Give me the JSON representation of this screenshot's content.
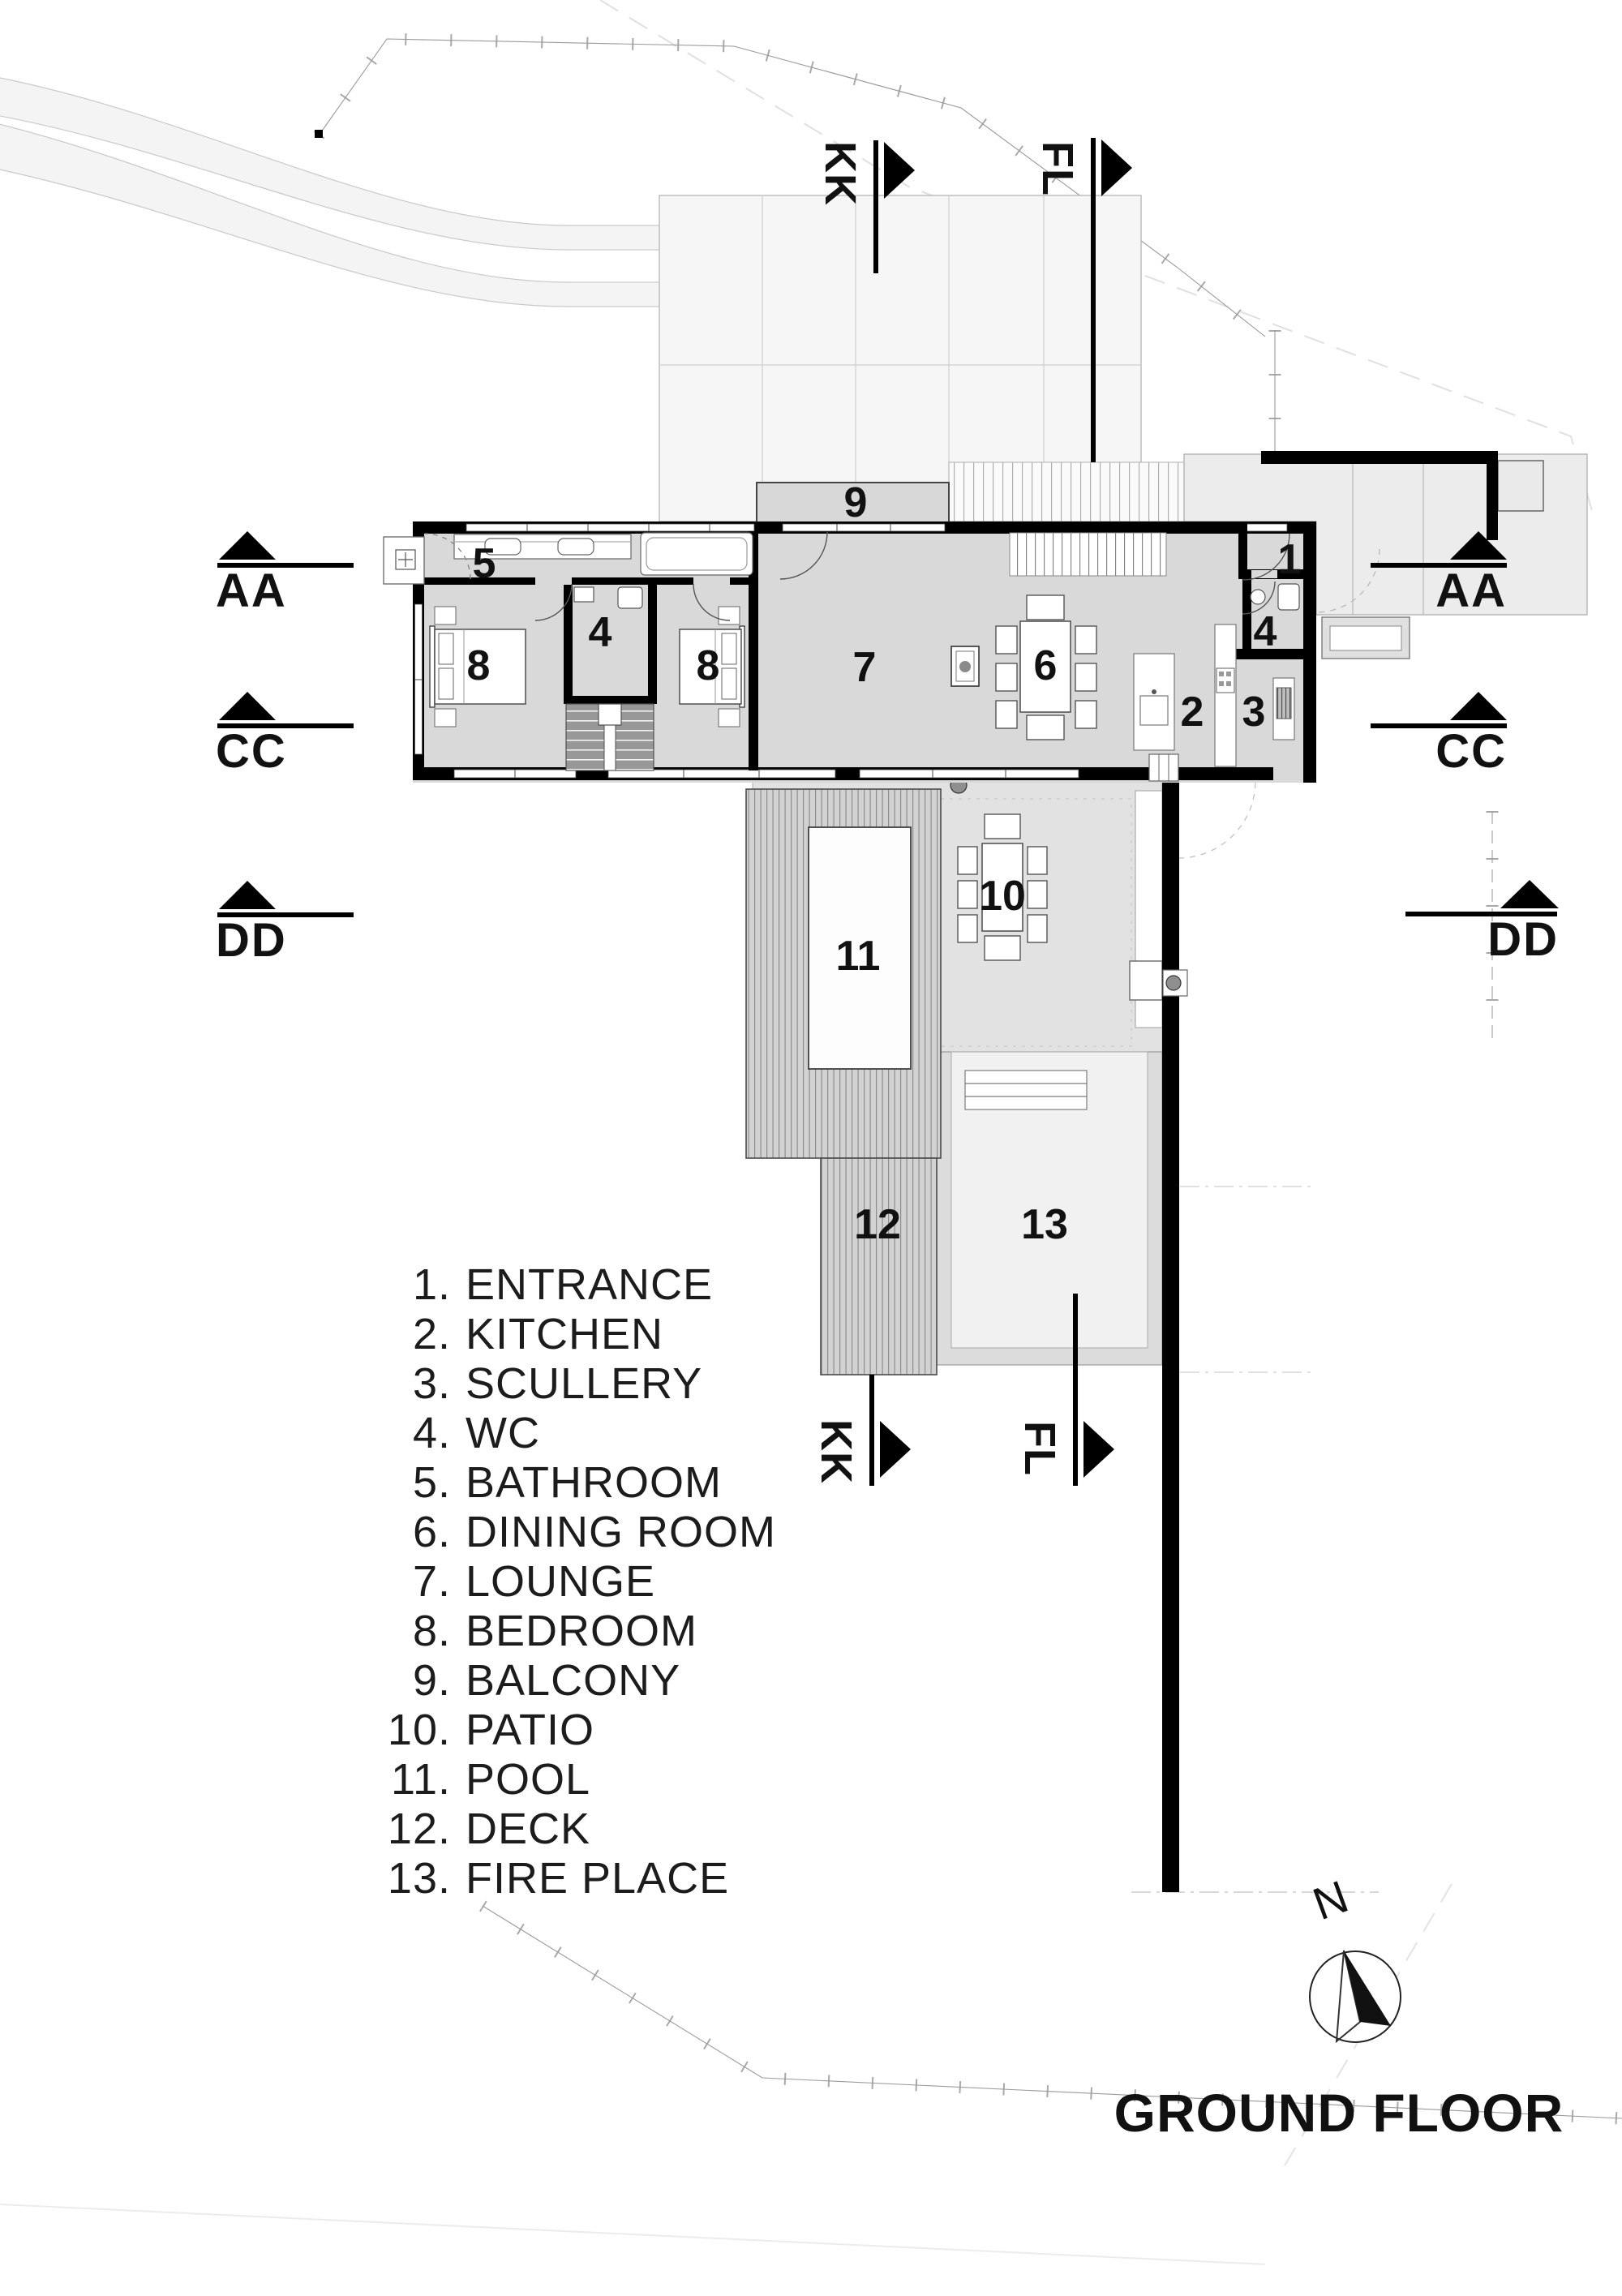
{
  "title": "GROUND FLOOR",
  "north": {
    "label": "N"
  },
  "markers": {
    "aa": "AA",
    "cc": "CC",
    "dd": "DD",
    "kk": "KK",
    "fl": "FL"
  },
  "plan_labels": {
    "entrance": "1",
    "kitchen": "2",
    "scullery": "3",
    "wc_hall": "4",
    "wc_entrance": "4",
    "bathroom": "5",
    "dining_room": "6",
    "lounge": "7",
    "bedroom_west": "8",
    "bedroom_east": "8",
    "balcony": "9",
    "patio": "10",
    "pool": "11",
    "deck": "12",
    "fire_place": "13"
  },
  "legend": {
    "items": [
      {
        "num": "1.",
        "label": "ENTRANCE"
      },
      {
        "num": "2.",
        "label": "KITCHEN"
      },
      {
        "num": "3.",
        "label": "SCULLERY"
      },
      {
        "num": "4.",
        "label": "WC"
      },
      {
        "num": "5.",
        "label": "BATHROOM"
      },
      {
        "num": "6.",
        "label": "DINING ROOM"
      },
      {
        "num": "7.",
        "label": "LOUNGE"
      },
      {
        "num": "8.",
        "label": "BEDROOM"
      },
      {
        "num": "9.",
        "label": "BALCONY"
      },
      {
        "num": "10.",
        "label": "PATIO"
      },
      {
        "num": "11.",
        "label": "POOL"
      },
      {
        "num": "12.",
        "label": "DECK"
      },
      {
        "num": "13.",
        "label": "FIRE PLACE"
      }
    ]
  },
  "colors": {
    "wall": "#000000",
    "floor": "#d9d9d9",
    "patio": "#e2e2e2",
    "deck": "#d2d2d2",
    "balcony": "#d8d8d8",
    "roof": "#f6f6f6",
    "fireplace_court": "#f1f1f1",
    "site_line": "#999999"
  }
}
